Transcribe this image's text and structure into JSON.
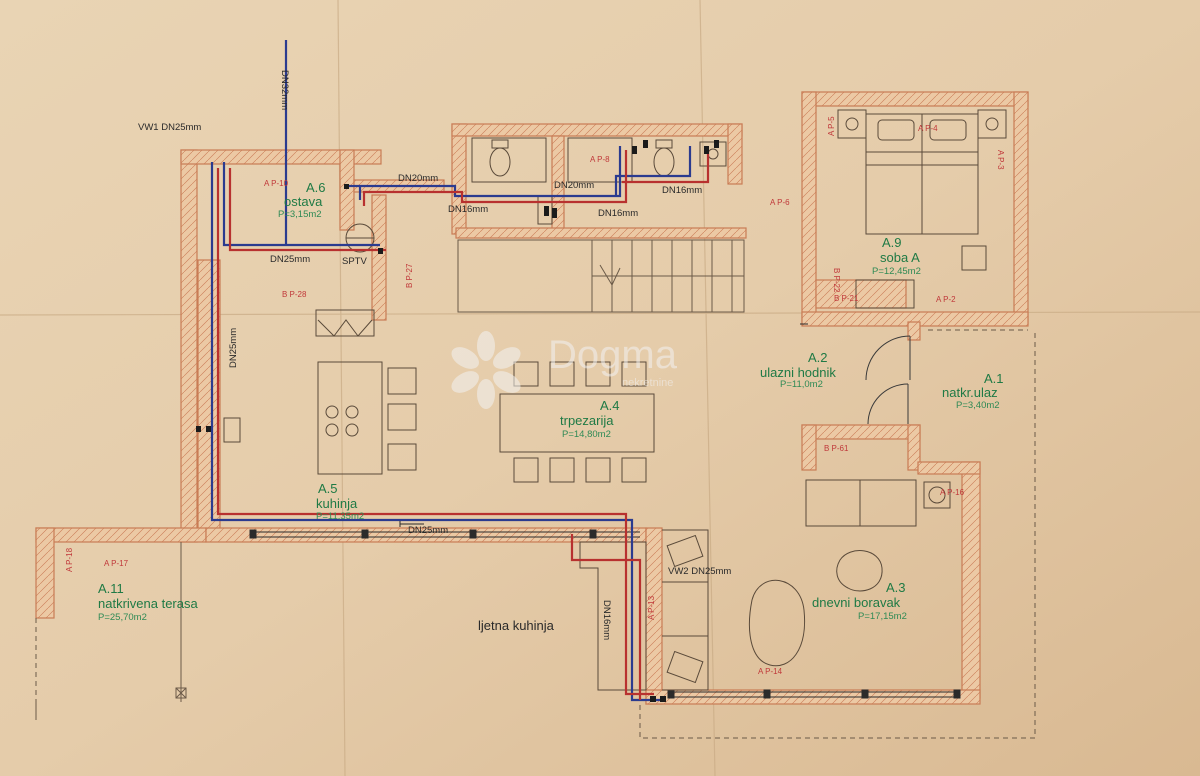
{
  "watermark": {
    "name": "Dogma",
    "tagline": "nekretnine"
  },
  "colors": {
    "paper": "#e6cfae",
    "wall_line": "#c97c55",
    "wall_fill": "#ecc9a4",
    "green_label": "#1f7a45",
    "pipe_blue": "#2b3b8f",
    "pipe_red": "#b8312f"
  },
  "rooms": [
    {
      "id": "room-a1",
      "code": "A.1",
      "name": "natkr.ulaz",
      "area": "P=3,40m2"
    },
    {
      "id": "room-a2",
      "code": "A.2",
      "name": "ulazni hodnik",
      "area": "P=11,0m2"
    },
    {
      "id": "room-a3",
      "code": "A.3",
      "name": "dnevni boravak",
      "area": "P=17,15m2"
    },
    {
      "id": "room-a4",
      "code": "A.4",
      "name": "trpezarija",
      "area": "P=14,80m2"
    },
    {
      "id": "room-a5",
      "code": "A.5",
      "name": "kuhinja",
      "area": "P=11,35m2"
    },
    {
      "id": "room-a6",
      "code": "A.6",
      "name": "ostava",
      "area": "P=3,15m2"
    },
    {
      "id": "room-a9",
      "code": "A.9",
      "name": "soba A",
      "area": "P=12,45m2"
    },
    {
      "id": "room-a11",
      "code": "A.11",
      "name": "natkrivena terasa",
      "area": "P=25,70m2"
    }
  ],
  "plain_labels": {
    "ljetna_kuhinja": "ljetna kuhinja"
  },
  "pipe_labels": {
    "dn32": "DN32mm",
    "vw1": "VW1 DN25mm",
    "dn20a": "DN20mm",
    "dn20b": "DN20mm",
    "dn16a": "DN16mm",
    "dn16b": "DN16mm",
    "dn16c": "DN16mm",
    "dn25a": "DN25mm",
    "dn25b": "DN25mm",
    "dn25c": "DN25mm",
    "vw2": "VW2 DN25mm",
    "dn16d": "DN16mm",
    "sptv": "SPTV"
  },
  "ap_labels": {
    "ap10": "A P-10",
    "ap28": "B P-28",
    "ap27": "B P-27",
    "ap8": "A P-8",
    "ap4": "A P-4",
    "ap3": "A P-3",
    "ap5": "A P-5",
    "ap6": "A P-6",
    "ap22": "B P-22",
    "ap21": "B P-21",
    "ap2": "A P-2",
    "ap17": "A P-17",
    "ap18": "A P-18",
    "ap13": "A P-13",
    "ap14": "A P-14",
    "ap16": "A P-16",
    "ap61": "B P-61"
  }
}
